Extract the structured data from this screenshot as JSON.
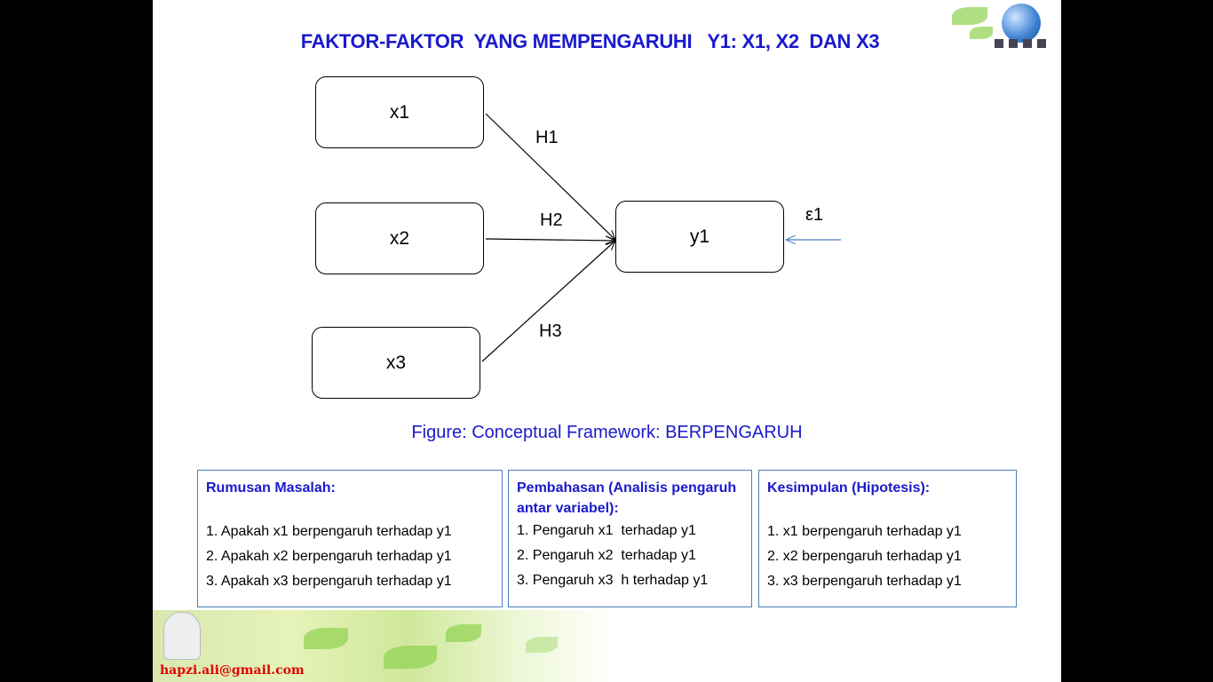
{
  "title": "FAKTOR-FAKTOR  YANG MEMPENGARUHI   Y1: X1, X2  DAN X3",
  "diagram": {
    "nodes": {
      "x1": "x1",
      "x2": "x2",
      "x3": "x3",
      "y1": "y1"
    },
    "paths": {
      "h1": "H1",
      "h2": "H2",
      "h3": "H3"
    },
    "error": "ε1"
  },
  "caption": "Figure: Conceptual Framework: BERPENGARUH",
  "panels": [
    {
      "heading": "Rumusan Masalah:",
      "items": [
        "1. Apakah x1 berpengaruh terhadap y1",
        "2. Apakah x2 berpengaruh terhadap y1",
        "3. Apakah x3 berpengaruh terhadap y1"
      ]
    },
    {
      "heading": "Pembahasan  (Analisis pengaruh  antar variabel):",
      "items": [
        "1. Pengaruh x1  terhadap y1",
        "2. Pengaruh x2  terhadap y1",
        "3. Pengaruh x3  h terhadap y1"
      ]
    },
    {
      "heading": "Kesimpulan (Hipotesis):",
      "items": [
        "1. x1 berpengaruh terhadap y1",
        "2. x2 berpengaruh terhadap y1",
        "3. x3 berpengaruh terhadap y1"
      ]
    }
  ],
  "footer": {
    "email": "hapzi.ali@gmail.com"
  }
}
